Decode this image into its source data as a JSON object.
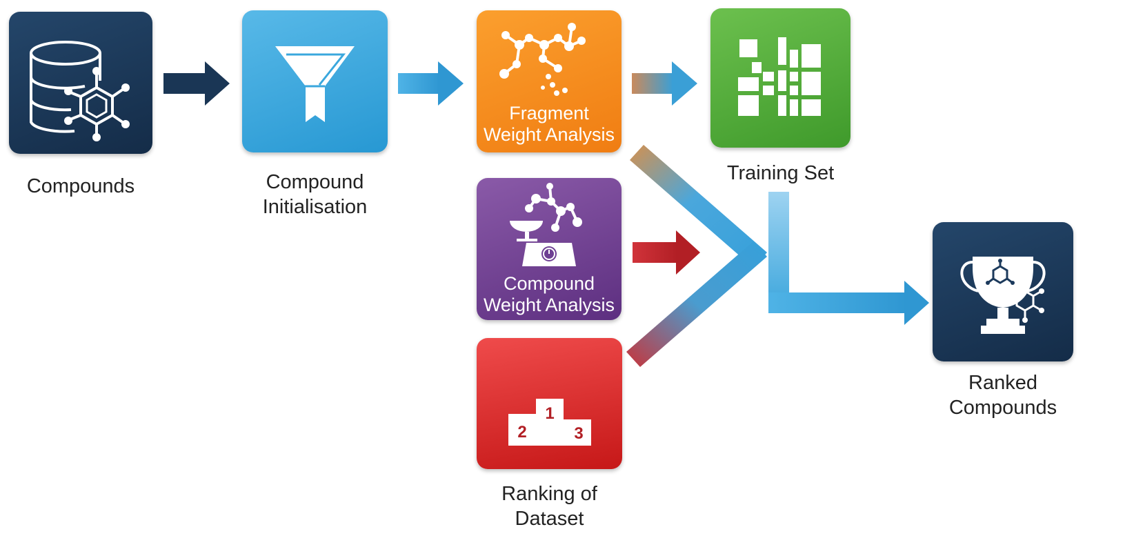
{
  "nodes": {
    "compounds": {
      "label_lines": [
        "Compounds"
      ],
      "icon": "database-molecule-icon",
      "color": "#1c3a5c"
    },
    "initialisation": {
      "label_lines": [
        "Compound",
        "Initialisation"
      ],
      "icon": "funnel-icon",
      "color": "#3aa7dd"
    },
    "fragment_weight": {
      "inner_lines": [
        "Fragment",
        "Weight Analysis"
      ],
      "icon": "molecule-network-icon",
      "color": "#f68b1f"
    },
    "training_set": {
      "label_lines": [
        "Training Set"
      ],
      "icon": "matrix-grid-icon",
      "color": "#52ad3a"
    },
    "compound_weight": {
      "inner_lines": [
        "Compound",
        "Weight Analysis"
      ],
      "icon": "scale-molecule-icon",
      "color": "#6e3f93"
    },
    "ranking_dataset": {
      "label_lines": [
        "Ranking of",
        "Dataset"
      ],
      "icon": "podium-icon",
      "color": "#d92b2b",
      "podium": [
        "1",
        "2",
        "3"
      ]
    },
    "ranked_compounds": {
      "label_lines": [
        "Ranked",
        "Compounds"
      ],
      "icon": "trophy-molecule-icon",
      "color": "#1c3a5c"
    }
  }
}
